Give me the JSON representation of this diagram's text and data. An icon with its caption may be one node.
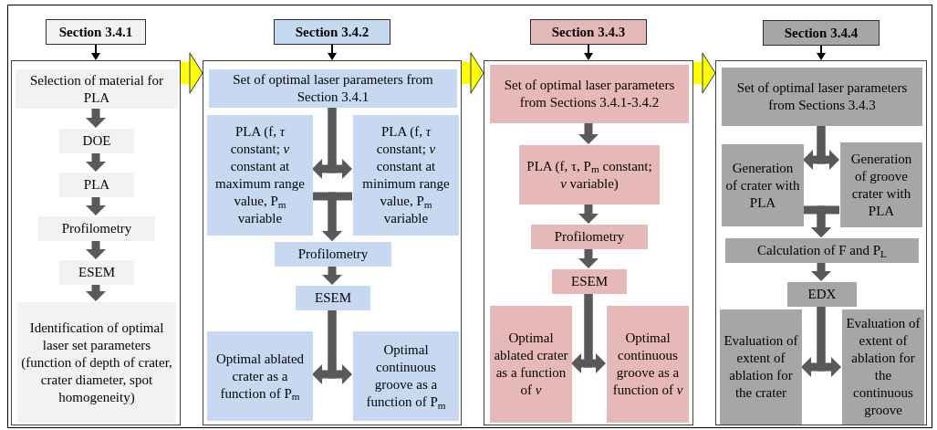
{
  "diagram": {
    "nodes": [
      {
        "text": [
          "Section 3.4.1"
        ]
      },
      {
        "text": [],
        "shape": "box"
      },
      {
        "text": [
          "Selection of material for PLA"
        ],
        "in": 1
      },
      {
        "text": [
          "DOE"
        ],
        "in": 1
      },
      {
        "text": [
          "PLA"
        ],
        "in": 1
      },
      {
        "text": [
          "Profilometry"
        ],
        "in": 1
      },
      {
        "text": [
          "ESEM"
        ],
        "in": 1
      },
      {
        "text": [
          "Identification of optimal laser set parameters (function of depth of crater, crater diameter, spot homogeneity)"
        ],
        "in": 1
      },
      {
        "text": [
          "Section 3.4.2"
        ]
      },
      {
        "text": [],
        "shape": "box"
      },
      {
        "text": [
          "Set of optimal laser parameters from Section 3.4.1"
        ],
        "in": 9
      },
      {
        "text": [
          "PLA (f, *τ* constant; *ν* constant at maximum range value, P$_{m}$ variable"
        ],
        "in": 9
      },
      {
        "text": [
          "PLA (f, *τ* constant; *ν* constant at minimum range value, P$_{m}$ variable"
        ],
        "in": 9
      },
      {
        "text": [
          "Profilometry"
        ],
        "in": 9
      },
      {
        "text": [
          "ESEM"
        ],
        "in": 9
      },
      {
        "text": [
          "Optimal ablated crater as a function of P$_{m}$"
        ],
        "in": 9
      },
      {
        "text": [
          "Optimal continuous groove as a function of P$_{m}$"
        ],
        "in": 9
      },
      {
        "text": [
          "Section 3.4.3"
        ]
      },
      {
        "text": [],
        "shape": "box"
      },
      {
        "text": [
          "Set of optimal laser parameters from Sections 3.4.1-3.4.2"
        ],
        "in": 18
      },
      {
        "text": [
          "PLA (f, τ, P$_{m}$ constant; *ν* variable)"
        ],
        "in": 18
      },
      {
        "text": [
          "Profilometry"
        ],
        "in": 18
      },
      {
        "text": [
          "ESEM"
        ],
        "in": 18
      },
      {
        "text": [
          "Optimal ablated crater as a function of *ν*"
        ],
        "in": 18
      },
      {
        "text": [
          "Optimal continuous groove as a function of *ν*"
        ],
        "in": 18
      },
      {
        "text": [
          "Section 3.4.4"
        ]
      },
      {
        "text": [],
        "shape": "box"
      },
      {
        "text": [
          "Set of optimal laser parameters from Sections 3.4.3"
        ],
        "in": 26
      },
      {
        "text": [
          "Generation of crater with PLA"
        ],
        "in": 26
      },
      {
        "text": [
          "Generation of groove crater with PLA"
        ],
        "in": 26
      },
      {
        "text": [
          "Calculation of F and P$_{L}$"
        ],
        "in": 26
      },
      {
        "text": [
          "EDX"
        ],
        "in": 26
      },
      {
        "text": [
          "Evaluation of extent of ablation for the crater"
        ],
        "in": 26
      },
      {
        "text": [
          "Evaluation of extent of ablation for the continuous groove"
        ],
        "in": 26
      }
    ],
    "edges": [
      {
        "from": 0,
        "to": 1,
        "arrow": "to",
        "color": "#000000"
      },
      {
        "from": 2,
        "to": 3,
        "arrow": "to"
      },
      {
        "from": 3,
        "to": 4,
        "arrow": "to"
      },
      {
        "from": 4,
        "to": 5,
        "arrow": "to"
      },
      {
        "from": 5,
        "to": 6,
        "arrow": "to"
      },
      {
        "from": 6,
        "to": 7,
        "arrow": "to"
      },
      {
        "from": 1,
        "to": 9,
        "arrow": "to",
        "style": "thick",
        "color": "#ffff00"
      },
      {
        "from": 8,
        "to": 9,
        "arrow": "to",
        "color": "#000000"
      },
      {
        "from": 10,
        "to": 11,
        "arrow": "to"
      },
      {
        "from": 10,
        "to": 12,
        "arrow": "to"
      },
      {
        "from": 11,
        "to": 13,
        "arrow": "to"
      },
      {
        "from": 12,
        "to": 13,
        "arrow": "to"
      },
      {
        "from": 13,
        "to": 14,
        "arrow": "to"
      },
      {
        "from": 14,
        "to": 15,
        "arrow": "to"
      },
      {
        "from": 14,
        "to": 16,
        "arrow": "to"
      },
      {
        "from": 9,
        "to": 18,
        "arrow": "to",
        "style": "thick",
        "color": "#ffff00"
      },
      {
        "from": 17,
        "to": 18,
        "arrow": "to",
        "color": "#000000"
      },
      {
        "from": 19,
        "to": 20,
        "arrow": "to"
      },
      {
        "from": 20,
        "to": 21,
        "arrow": "to"
      },
      {
        "from": 21,
        "to": 22,
        "arrow": "to"
      },
      {
        "from": 22,
        "to": 23,
        "arrow": "to"
      },
      {
        "from": 22,
        "to": 24,
        "arrow": "to"
      },
      {
        "from": 18,
        "to": 26,
        "arrow": "to",
        "style": "thick",
        "color": "#ffff00"
      },
      {
        "from": 25,
        "to": 26,
        "arrow": "to",
        "color": "#000000"
      },
      {
        "from": 27,
        "to": 28,
        "arrow": "to"
      },
      {
        "from": 27,
        "to": 29,
        "arrow": "to"
      },
      {
        "from": 28,
        "to": 30,
        "arrow": "to"
      },
      {
        "from": 29,
        "to": 30,
        "arrow": "to"
      },
      {
        "from": 30,
        "to": 31,
        "arrow": "to"
      },
      {
        "from": 31,
        "to": 32,
        "arrow": "to"
      },
      {
        "from": 31,
        "to": 33,
        "arrow": "to"
      }
    ]
  }
}
